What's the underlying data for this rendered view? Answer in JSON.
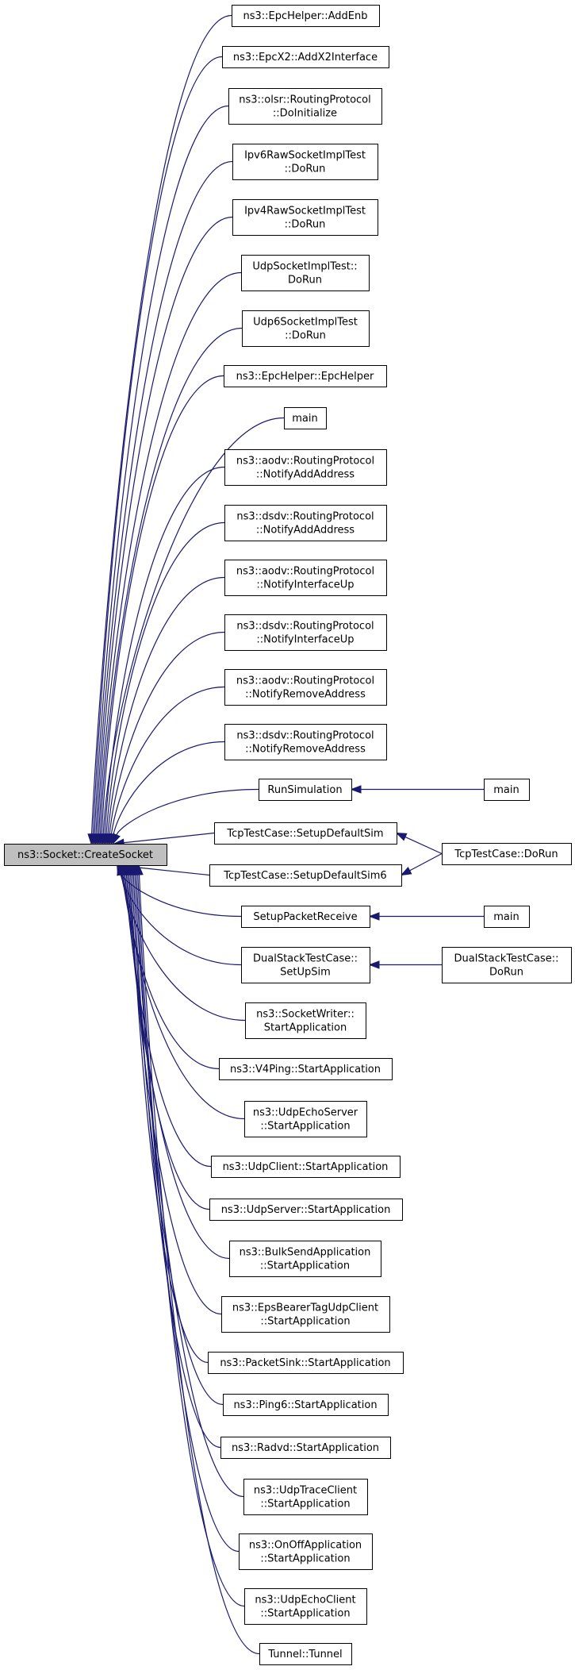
{
  "diagram": {
    "root": {
      "id": "root",
      "lines": [
        "ns3::Socket::CreateSocket"
      ]
    },
    "callers": [
      {
        "id": "n1",
        "lines": [
          "ns3::EpcHelper::AddEnb"
        ]
      },
      {
        "id": "n2",
        "lines": [
          "ns3::EpcX2::AddX2Interface"
        ]
      },
      {
        "id": "n3",
        "lines": [
          "ns3::olsr::RoutingProtocol",
          "::DoInitialize"
        ]
      },
      {
        "id": "n4",
        "lines": [
          "Ipv6RawSocketImplTest",
          "::DoRun"
        ]
      },
      {
        "id": "n5",
        "lines": [
          "Ipv4RawSocketImplTest",
          "::DoRun"
        ]
      },
      {
        "id": "n6",
        "lines": [
          "UdpSocketImplTest::",
          "DoRun"
        ]
      },
      {
        "id": "n7",
        "lines": [
          "Udp6SocketImplTest",
          "::DoRun"
        ]
      },
      {
        "id": "n8",
        "lines": [
          "ns3::EpcHelper::EpcHelper"
        ]
      },
      {
        "id": "n9",
        "lines": [
          "main"
        ]
      },
      {
        "id": "n10",
        "lines": [
          "ns3::aodv::RoutingProtocol",
          "::NotifyAddAddress"
        ]
      },
      {
        "id": "n11",
        "lines": [
          "ns3::dsdv::RoutingProtocol",
          "::NotifyAddAddress"
        ]
      },
      {
        "id": "n12",
        "lines": [
          "ns3::aodv::RoutingProtocol",
          "::NotifyInterfaceUp"
        ]
      },
      {
        "id": "n13",
        "lines": [
          "ns3::dsdv::RoutingProtocol",
          "::NotifyInterfaceUp"
        ]
      },
      {
        "id": "n14",
        "lines": [
          "ns3::aodv::RoutingProtocol",
          "::NotifyRemoveAddress"
        ]
      },
      {
        "id": "n15",
        "lines": [
          "ns3::dsdv::RoutingProtocol",
          "::NotifyRemoveAddress"
        ]
      },
      {
        "id": "n16",
        "lines": [
          "RunSimulation"
        ]
      },
      {
        "id": "n17",
        "lines": [
          "TcpTestCase::SetupDefaultSim"
        ]
      },
      {
        "id": "n18",
        "lines": [
          "TcpTestCase::SetupDefaultSim6"
        ]
      },
      {
        "id": "n19",
        "lines": [
          "SetupPacketReceive"
        ]
      },
      {
        "id": "n20",
        "lines": [
          "DualStackTestCase::",
          "SetUpSim"
        ]
      },
      {
        "id": "n21",
        "lines": [
          "ns3::SocketWriter::",
          "StartApplication"
        ]
      },
      {
        "id": "n22",
        "lines": [
          "ns3::V4Ping::StartApplication"
        ]
      },
      {
        "id": "n23",
        "lines": [
          "ns3::UdpEchoServer",
          "::StartApplication"
        ]
      },
      {
        "id": "n24",
        "lines": [
          "ns3::UdpClient::StartApplication"
        ]
      },
      {
        "id": "n25",
        "lines": [
          "ns3::UdpServer::StartApplication"
        ]
      },
      {
        "id": "n26",
        "lines": [
          "ns3::BulkSendApplication",
          "::StartApplication"
        ]
      },
      {
        "id": "n27",
        "lines": [
          "ns3::EpsBearerTagUdpClient",
          "::StartApplication"
        ]
      },
      {
        "id": "n28",
        "lines": [
          "ns3::PacketSink::StartApplication"
        ]
      },
      {
        "id": "n29",
        "lines": [
          "ns3::Ping6::StartApplication"
        ]
      },
      {
        "id": "n30",
        "lines": [
          "ns3::Radvd::StartApplication"
        ]
      },
      {
        "id": "n31",
        "lines": [
          "ns3::UdpTraceClient",
          "::StartApplication"
        ]
      },
      {
        "id": "n32",
        "lines": [
          "ns3::OnOffApplication",
          "::StartApplication"
        ]
      },
      {
        "id": "n33",
        "lines": [
          "ns3::UdpEchoClient",
          "::StartApplication"
        ]
      },
      {
        "id": "n34",
        "lines": [
          "Tunnel::Tunnel"
        ]
      }
    ],
    "second_level": [
      {
        "id": "m1",
        "lines": [
          "main"
        ],
        "calls": "n16"
      },
      {
        "id": "m2",
        "lines": [
          "TcpTestCase::DoRun"
        ],
        "calls": [
          "n17",
          "n18"
        ]
      },
      {
        "id": "m3",
        "lines": [
          "main"
        ],
        "calls": "n19"
      },
      {
        "id": "m4",
        "lines": [
          "DualStackTestCase::",
          "DoRun"
        ],
        "calls": "n20"
      }
    ],
    "colors": {
      "edge": "#191970",
      "root_fill": "#bfbfbf",
      "node_fill": "#ffffff",
      "border": "#000000"
    }
  }
}
